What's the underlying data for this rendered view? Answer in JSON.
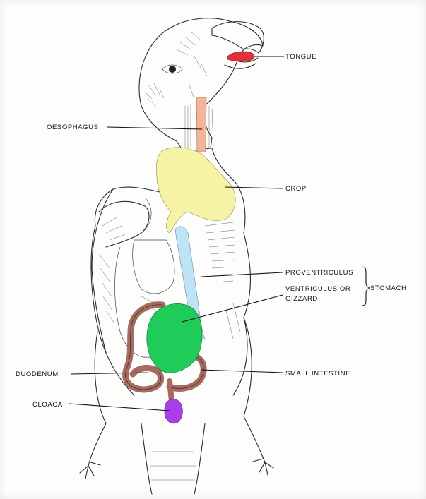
{
  "labels": {
    "tongue": "TONGUE",
    "oesophagus": "OESOPHAGUS",
    "crop": "CROP",
    "proventriculus": "PROVENTRICULUS",
    "ventriculus_line1": "VENTRICULUS  OR",
    "ventriculus_line2": "GIZZARD",
    "stomach": "STOMACH",
    "duodenum": "DUODENUM",
    "small_intestine": "SMALL  INTESTINE",
    "cloaca": "CLOACA"
  },
  "colors": {
    "tongue": "#e0303a",
    "oesophagus": "#f3b49a",
    "crop": "#f7f3a6",
    "proventriculus": "#bde3f5",
    "gizzard": "#1fcc5a",
    "intestine": "#a56b60",
    "cloaca": "#a840ea"
  }
}
